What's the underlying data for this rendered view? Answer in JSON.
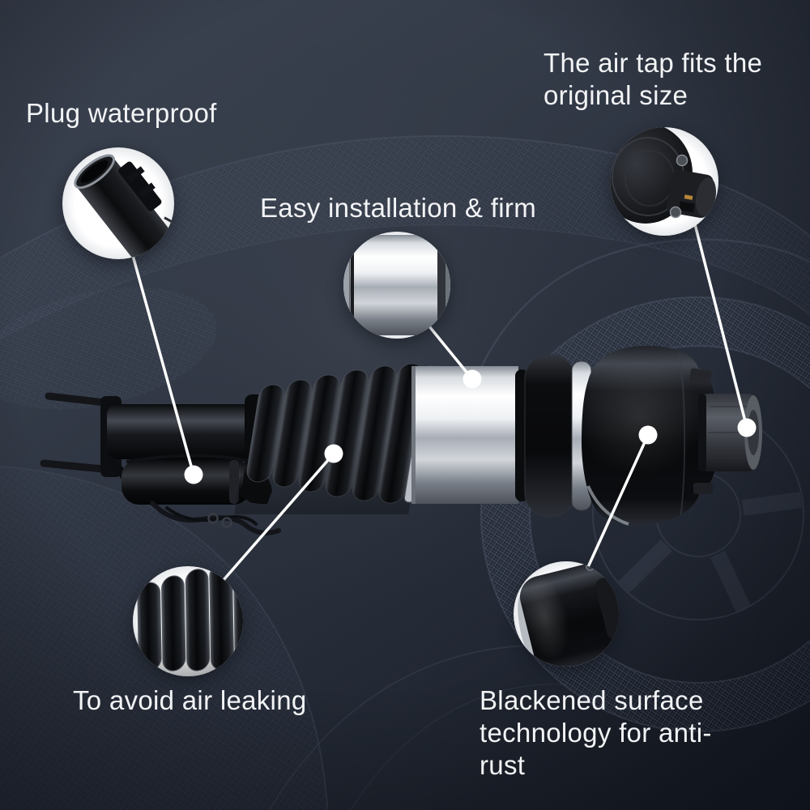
{
  "product_figure": {
    "type": "annotated-product-photo",
    "subject": "air-suspension-strut",
    "callouts": {
      "plug": {
        "label": "Plug waterproof",
        "target": "solenoid-valve-plug"
      },
      "install": {
        "label": "Easy installation & firm",
        "target": "chrome-cylinder"
      },
      "airtap": {
        "label": "The air tap fits the original size",
        "target": "air-tap-cap"
      },
      "leak": {
        "label": "To avoid air leaking",
        "target": "rubber-bellows"
      },
      "blackened": {
        "label": "Blackened surface technology for anti-rust",
        "target": "air-spring-canister"
      }
    },
    "palette": {
      "background_top_left": "#3c4351",
      "background_bottom_right": "#171c26",
      "label_text": "#f2f3f5",
      "leader_line": "#ffffff",
      "inset_background": "#ffffff",
      "product_black": "#0a0b0d",
      "product_chrome": "#e8ebef",
      "wireframe_line": "#4c5364"
    }
  }
}
